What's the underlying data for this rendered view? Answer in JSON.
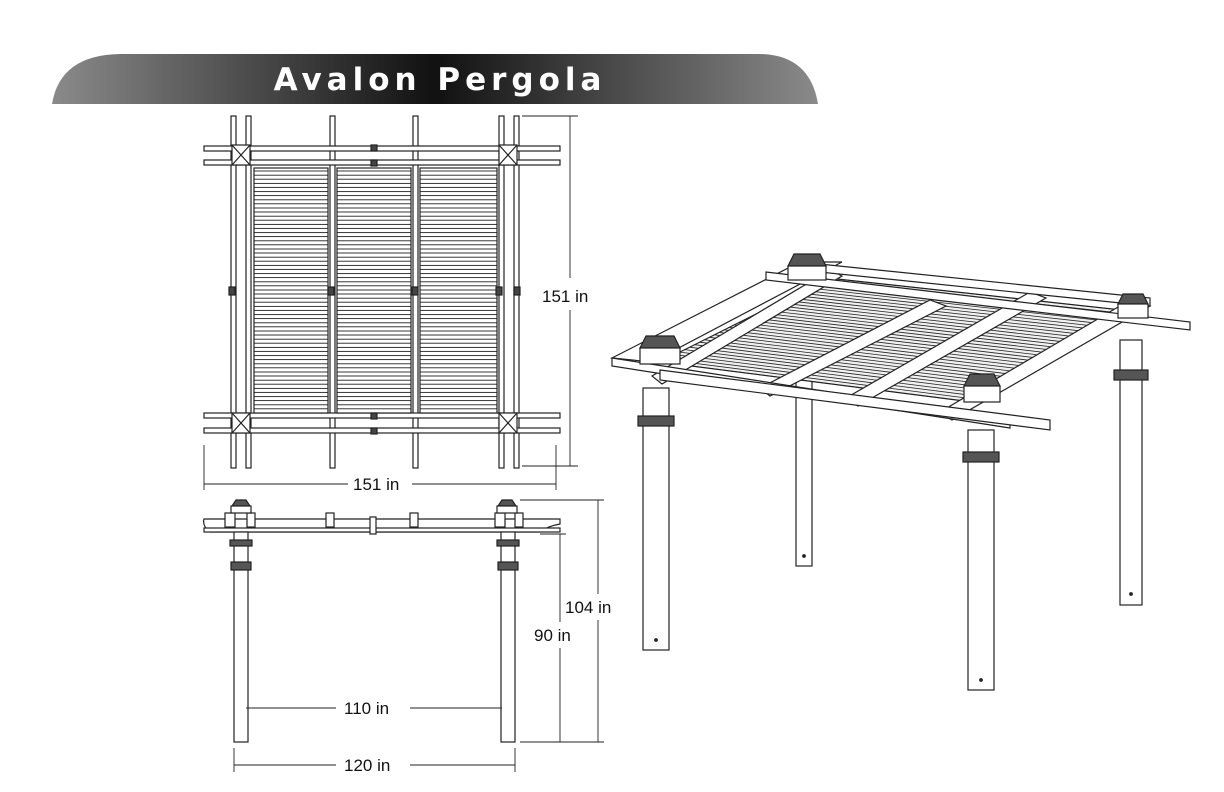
{
  "title": "Avalon Pergola",
  "colors": {
    "banner_dark": "#1a1a1a",
    "banner_light": "#7a7a7a",
    "line": "#222222",
    "fill": "#ffffff"
  },
  "dimensions": {
    "top_height": "151 in",
    "top_width": "151 in",
    "front_height_overall": "104 in",
    "front_height_post": "90 in",
    "front_inner_span": "110 in",
    "front_outer_span": "120 in"
  }
}
